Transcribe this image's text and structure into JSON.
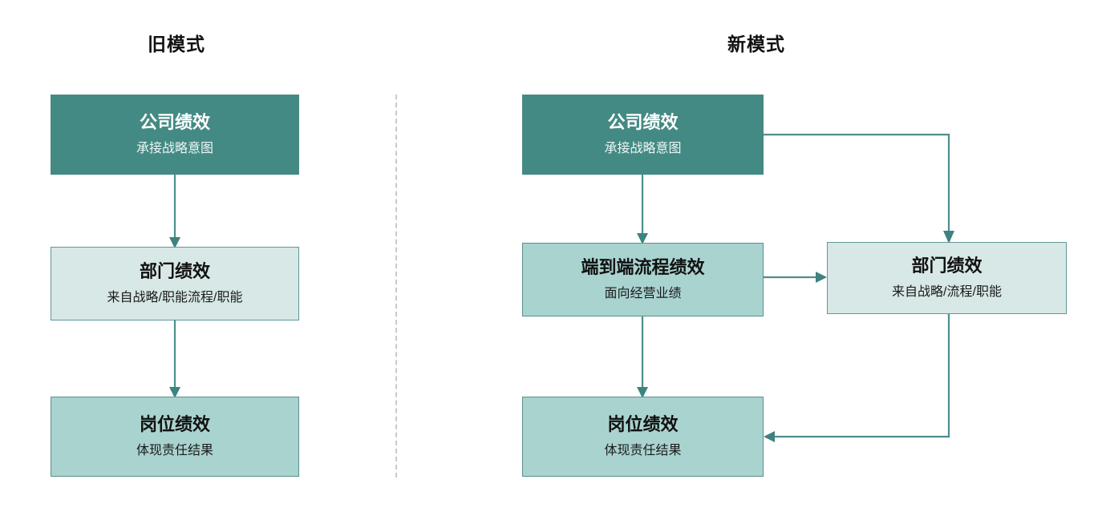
{
  "diagram": {
    "title_left": "旧模式",
    "title_right": "新模式",
    "colors": {
      "dark_teal": "#448a84",
      "pale_teal": "#d7e8e6",
      "mid_teal": "#a9d3cf",
      "connector": "#4c8f8c",
      "border": "#62969a",
      "divider": "#c9c9c9",
      "background": "#ffffff"
    }
  },
  "old_model": {
    "title": "旧模式",
    "nodes": [
      {
        "id": "old-company",
        "title": "公司绩效",
        "subtitle": "承接战略意图",
        "style": "dark"
      },
      {
        "id": "old-dept",
        "title": "部门绩效",
        "subtitle": "来自战略/职能流程/职能",
        "style": "pale"
      },
      {
        "id": "old-role",
        "title": "岗位绩效",
        "subtitle": "体现责任结果",
        "style": "mid"
      }
    ],
    "connections": [
      {
        "from": "old-company",
        "to": "old-dept",
        "direction": "down"
      },
      {
        "from": "old-dept",
        "to": "old-role",
        "direction": "down"
      }
    ]
  },
  "new_model": {
    "title": "新模式",
    "nodes": [
      {
        "id": "new-company",
        "title": "公司绩效",
        "subtitle": "承接战略意图",
        "style": "dark"
      },
      {
        "id": "new-process",
        "title": "端到端流程绩效",
        "subtitle": "面向经营业绩",
        "style": "mid"
      },
      {
        "id": "new-dept",
        "title": "部门绩效",
        "subtitle": "来自战略/流程/职能",
        "style": "pale"
      },
      {
        "id": "new-role",
        "title": "岗位绩效",
        "subtitle": "体现责任结果",
        "style": "mid"
      }
    ],
    "connections": [
      {
        "from": "new-company",
        "to": "new-process",
        "direction": "down"
      },
      {
        "from": "new-company",
        "to": "new-dept",
        "direction": "right-down"
      },
      {
        "from": "new-process",
        "to": "new-dept",
        "direction": "right"
      },
      {
        "from": "new-process",
        "to": "new-role",
        "direction": "down"
      },
      {
        "from": "new-dept",
        "to": "new-role",
        "direction": "down-left"
      }
    ]
  }
}
